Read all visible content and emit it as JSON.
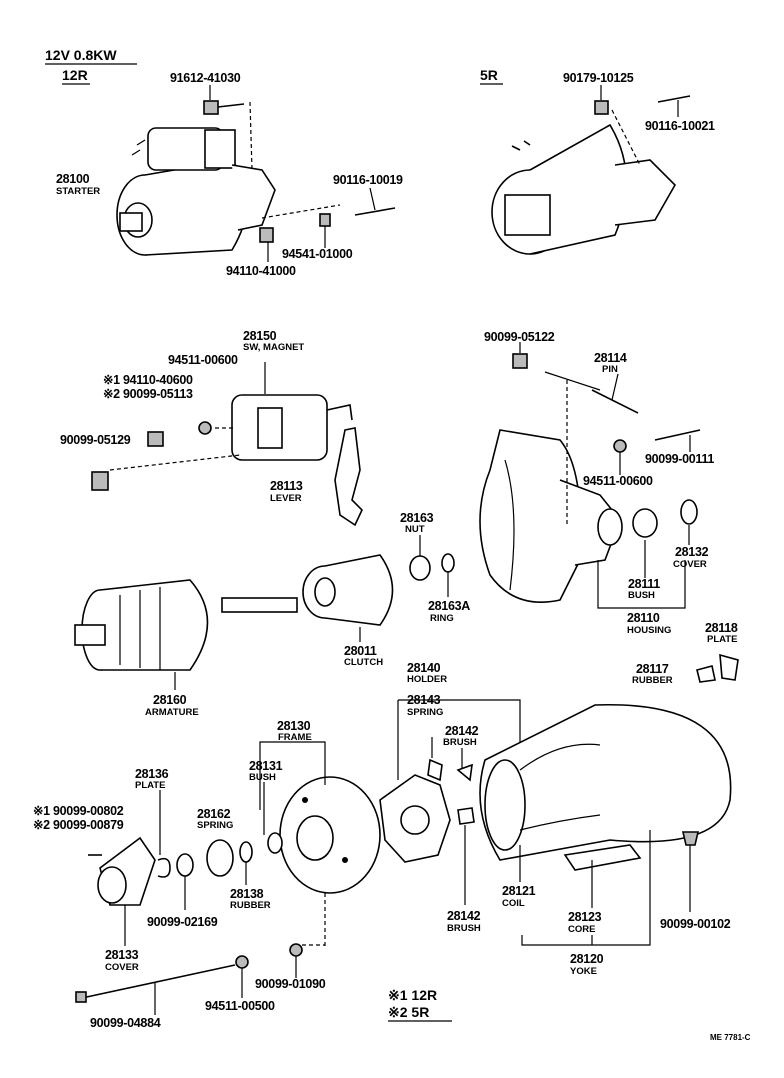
{
  "header": {
    "spec": "12V 0.8KW",
    "variant_a": "12R",
    "variant_b": "5R"
  },
  "footnote": {
    "n1": "※1 12R",
    "n2": "※2 5R"
  },
  "ref_code": "ME 7781-C",
  "labels": {
    "p91612": "91612-41030",
    "p28100": "28100",
    "p28100n": "STARTER",
    "p90116a": "90116-10019",
    "p94541": "94541-01000",
    "p94110a": "94110-41000",
    "p90179": "90179-10125",
    "p90116b": "90116-10021",
    "p28150": "28150",
    "p28150n": "SW, MAGNET",
    "p94511a": "94511-00600",
    "p94110b": "※1 94110-40600",
    "p90099a": "※2 90099-05113",
    "p90099b": "90099-05129",
    "p90099c": "90099-05122",
    "p28114": "28114",
    "p28114n": "PIN",
    "p28113": "28113",
    "p28113n": "LEVER",
    "p94511b": "94511-00600",
    "p90099d": "90099-00111",
    "p28163": "28163",
    "p28163n": "NUT",
    "p28163a": "28163A",
    "p28163an": "RING",
    "p28132": "28132",
    "p28132n": "COVER",
    "p28111": "28111",
    "p28111n": "BUSH",
    "p28110": "28110",
    "p28110n": "HOUSING",
    "p28011": "28011",
    "p28011n": "CLUTCH",
    "p28118": "28118",
    "p28118n": "PLATE",
    "p28117": "28117",
    "p28117n": "RUBBER",
    "p28160": "28160",
    "p28160n": "ARMATURE",
    "p28140": "28140",
    "p28140n": "HOLDER",
    "p28143": "28143",
    "p28143n": "SPRING",
    "p28142a": "28142",
    "p28142an": "BRUSH",
    "p28130": "28130",
    "p28130n": "FRAME",
    "p28131": "28131",
    "p28131n": "BUSH",
    "p28136": "28136",
    "p28136n": "PLATE",
    "p90099e": "※1 90099-00802",
    "p90099f": "※2 90099-00879",
    "p28162": "28162",
    "p28162n": "SPRING",
    "p28138": "28138",
    "p28138n": "RUBBER",
    "p90099g": "90099-02169",
    "p28142b": "28142",
    "p28142bn": "BRUSH",
    "p28121": "28121",
    "p28121n": "COIL",
    "p28123": "28123",
    "p28123n": "CORE",
    "p90099h": "90099-00102",
    "p28120": "28120",
    "p28120n": "YOKE",
    "p28133": "28133",
    "p28133n": "COVER",
    "p90099i": "90099-01090",
    "p94511c": "94511-00500",
    "p90099j": "90099-04884"
  }
}
